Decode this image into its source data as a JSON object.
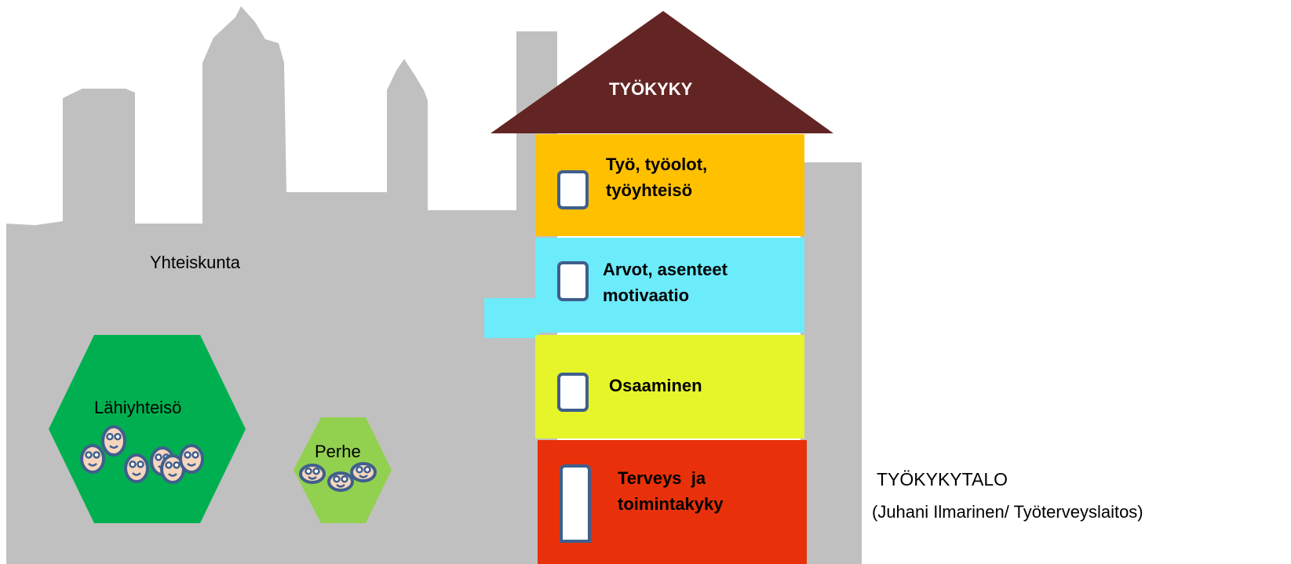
{
  "title": "TYÖKYKYTALO",
  "subtitle": "(Juhani Ilmarinen/ Työterveyslaitos)",
  "society_label": "Yhteiskunta",
  "roof_label": "TYÖKYKY",
  "floors": {
    "work": {
      "line1": "Työ, työolot,",
      "line2": "työyhteisö",
      "color": "#ffc000"
    },
    "values": {
      "line1": "Arvot, asenteet",
      "line2": "motivaatio",
      "color": "#6cebfa"
    },
    "competence": {
      "line1": "Osaaminen",
      "color": "#e6f42a"
    },
    "health": {
      "line1": "Terveys  ja",
      "line2": "toimintakyky",
      "color": "#e8310a"
    }
  },
  "community_label": "Lähiyhteisö",
  "family_label": "Perhe",
  "colors": {
    "city": "#c0c0c0",
    "roof": "#632523",
    "community": "#00b050",
    "family": "#92d050",
    "window_border": "#3f5f8c",
    "face_fill": "#f6d6c0",
    "face_border": "#3f5f8c"
  }
}
